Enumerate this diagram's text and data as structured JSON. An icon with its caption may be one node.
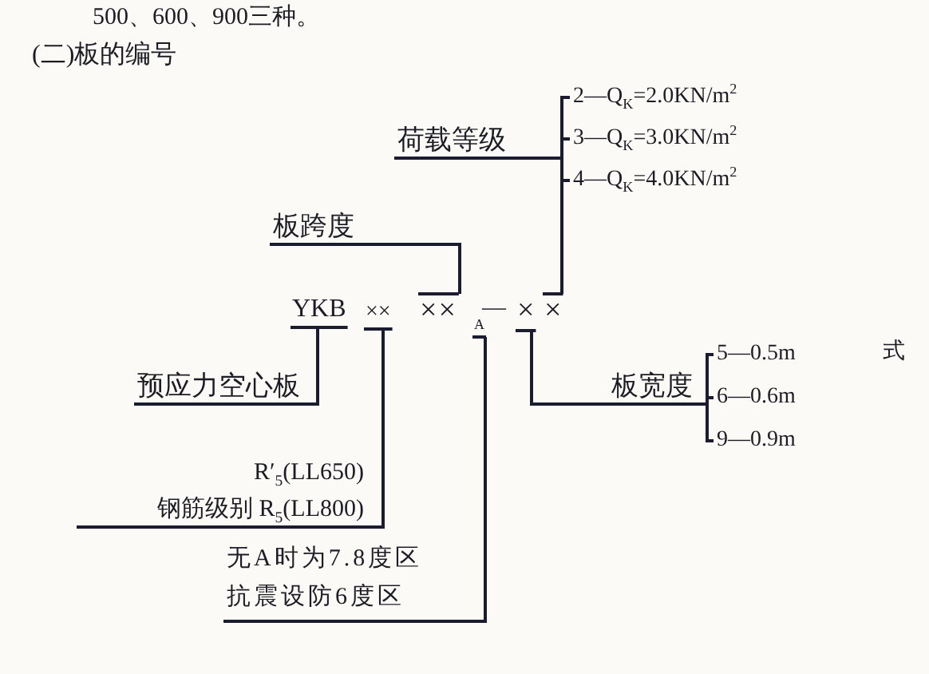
{
  "diagram": {
    "nodes": [
      {
        "text": [
          "YKB"
        ]
      },
      {
        "text": [
          "××"
        ]
      },
      {
        "text": [
          "××"
        ]
      },
      {
        "text": [
          "A"
        ]
      },
      {
        "text": [
          "×"
        ]
      },
      {
        "text": [
          "×"
        ]
      },
      {
        "text": [
          "荷载等级"
        ]
      },
      {
        "text": [
          "2—Q$_{K}$=2.0KN/m$^{2}$"
        ]
      },
      {
        "text": [
          "3—Q$_{K}$=3.0KN/m$^{2}$"
        ]
      },
      {
        "text": [
          "4—Q$_{K}$=4.0KN/m$^{2}$"
        ]
      },
      {
        "text": [
          "板宽度"
        ]
      },
      {
        "text": [
          "5—0.5m"
        ]
      },
      {
        "text": [
          "6—0.6m"
        ]
      },
      {
        "text": [
          "9—0.9m"
        ]
      },
      {
        "text": [
          "板跨度"
        ]
      },
      {
        "text": [
          "预应力空心板"
        ]
      },
      {
        "text": [
          "R′$_{5}$(LL650)",
          "钢筋级别 R$_{5}$(LL800)"
        ]
      },
      {
        "text": [
          "无A时为7.8度区抗震设防6度区"
        ]
      }
    ],
    "edges": [
      {
        "from": 0,
        "to": 15,
        "arrow": "none"
      },
      {
        "from": 1,
        "to": 16,
        "arrow": "none"
      },
      {
        "from": 3,
        "to": 17,
        "arrow": "none"
      },
      {
        "from": 2,
        "to": 14,
        "arrow": "none"
      },
      {
        "from": 4,
        "to": 10,
        "arrow": "none"
      },
      {
        "from": 5,
        "to": 6,
        "arrow": "none"
      },
      {
        "from": 6,
        "to": 7,
        "arrow": "none"
      },
      {
        "from": 6,
        "to": 8,
        "arrow": "none"
      },
      {
        "from": 6,
        "to": 9,
        "arrow": "none"
      },
      {
        "from": 10,
        "to": 11,
        "arrow": "none"
      },
      {
        "from": 10,
        "to": 12,
        "arrow": "none"
      },
      {
        "from": 10,
        "to": 13,
        "arrow": "none"
      }
    ],
    "labels": [
      "500、600、900三种。",
      "(二)板的编号",
      "—",
      "式"
    ]
  }
}
